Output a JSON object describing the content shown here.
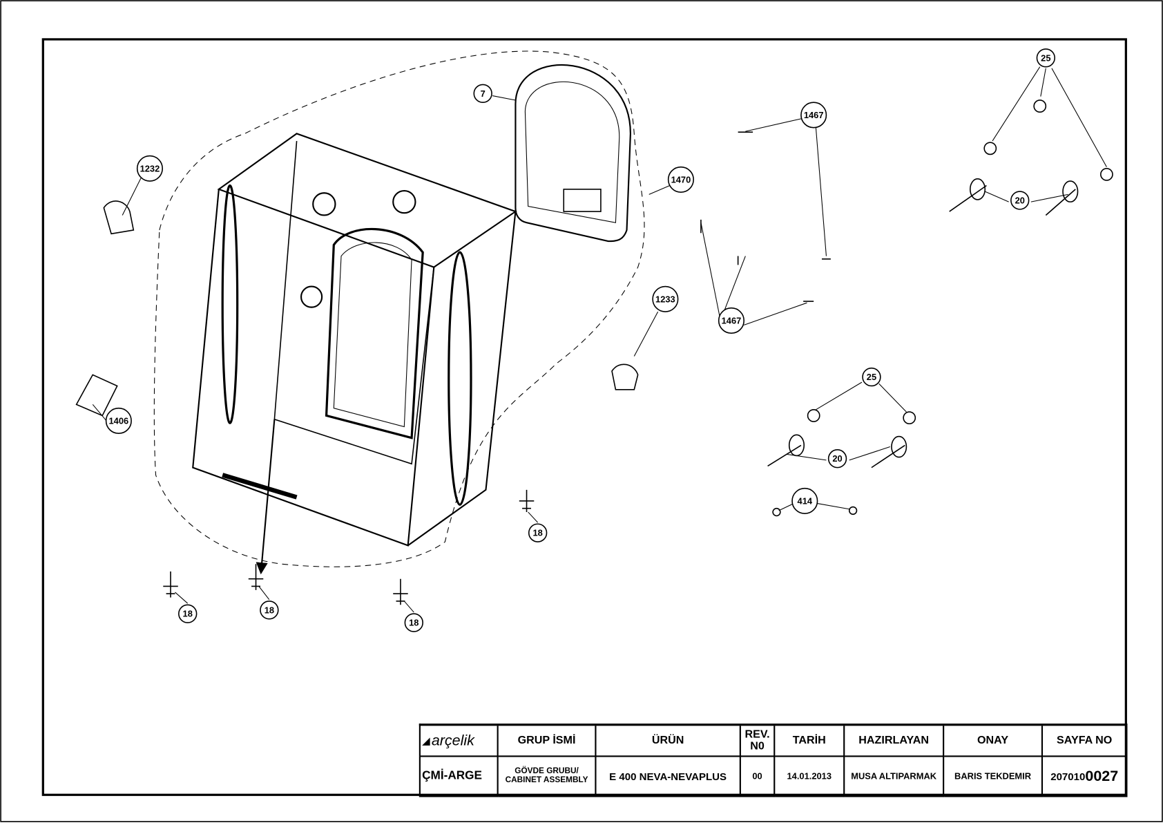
{
  "balloons": [
    "7",
    "1232",
    "1470",
    "1467",
    "1467",
    "1233",
    "1406",
    "25",
    "20",
    "25",
    "20",
    "414",
    "18",
    "18",
    "18",
    "18"
  ],
  "title_block": {
    "logo": "arçelik",
    "headers": [
      "GRUP İSMİ",
      "ÜRÜN",
      "REV. N0",
      "TARİH",
      "HAZIRLAYAN",
      "ONAY",
      "SAYFA NO"
    ],
    "department": "ÇMİ-ARGE",
    "group_name": "GÖVDE GRUBU/ CABINET ASSEMBLY",
    "product": "E 400  NEVA-NEVAPLUS",
    "rev": "00",
    "date": "14.01.2013",
    "prepared_by": "MUSA ALTIPARMAK",
    "approved_by": "BARIS TEKDEMIR",
    "page_no_prefix": "207010",
    "page_no_suffix": "0027"
  }
}
